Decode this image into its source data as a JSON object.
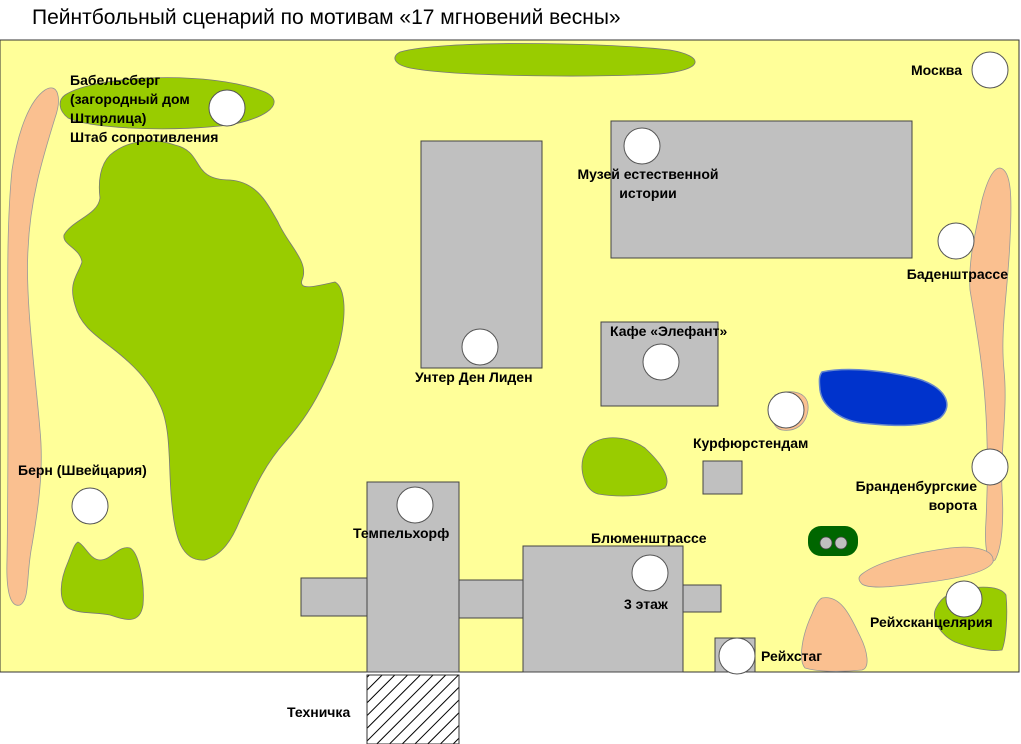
{
  "title": "Пейнтбольный сценарий по мотивам «17 мгновений весны»",
  "colors": {
    "field": "#ffff99",
    "grass": "#99cc00",
    "sand": "#fac090",
    "building": "#c0c0c0",
    "water": "#0033cc",
    "marker": "#ffffff",
    "bush": "#006600"
  },
  "locations": {
    "moscow": "Москва",
    "babelsberg_1": "Бабельсберг",
    "babelsberg_2": "(загородный дом",
    "babelsberg_3": "Штирлица)",
    "babelsberg_4": "Штаб сопротивления",
    "museum_1": "Музей естественной",
    "museum_2": "истории",
    "badenstrasse": "Баденштрассе",
    "cafe": "Кафе «Элефант»",
    "unter_den_linden": "Унтер Ден Лиден",
    "kurfuerstendamm": "Курфюрстендам",
    "bern": "Берн (Швейцария)",
    "brandenburg_1": "Бранденбургские",
    "brandenburg_2": "ворота",
    "tempelhof": "Темпельхорф",
    "blumenstrasse": "Блюменштрассе",
    "floor3": "3 этаж",
    "reichskanzlei": "Рейхсканцелярия",
    "reichstag": "Рейхстаг",
    "technichka": "Техничка"
  }
}
